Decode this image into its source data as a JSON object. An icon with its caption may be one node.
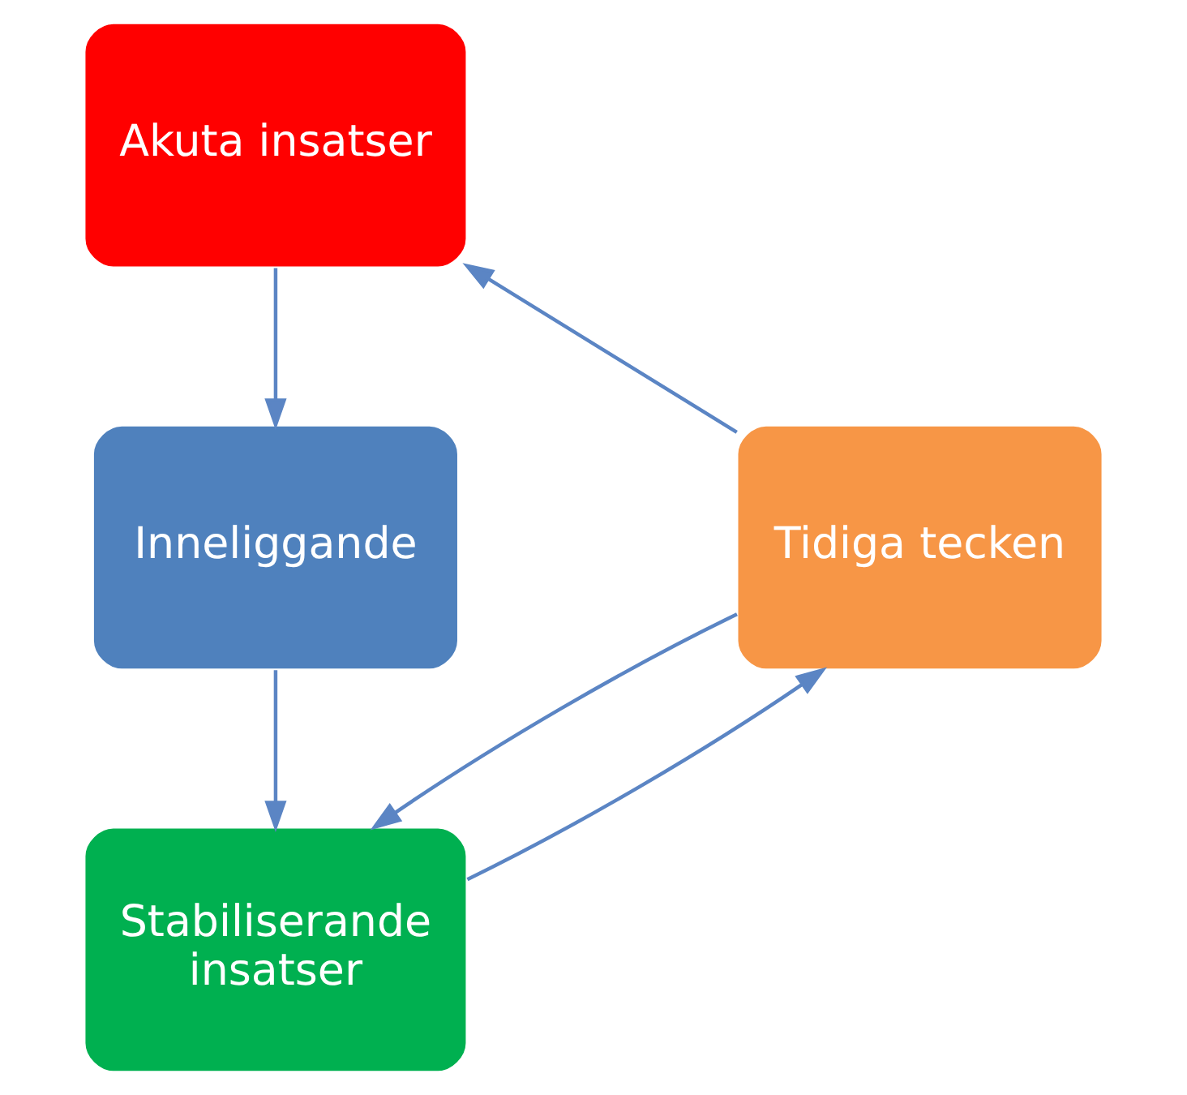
{
  "diagram": {
    "nodes": [
      {
        "text": [
          "Akuta insatser"
        ]
      },
      {
        "text": [
          "Inneliggande"
        ]
      },
      {
        "text": [
          "Stabiliserande insatser"
        ]
      },
      {
        "text": [
          "Tidiga tecken"
        ]
      }
    ],
    "edges": [
      {
        "from": 0,
        "to": 1,
        "arrow": "to"
      },
      {
        "from": 1,
        "to": 2,
        "arrow": "to"
      },
      {
        "from": 2,
        "to": 3,
        "arrow": "to"
      },
      {
        "from": 3,
        "to": 0,
        "arrow": "to"
      },
      {
        "from": 3,
        "to": 2,
        "arrow": "to"
      }
    ]
  }
}
